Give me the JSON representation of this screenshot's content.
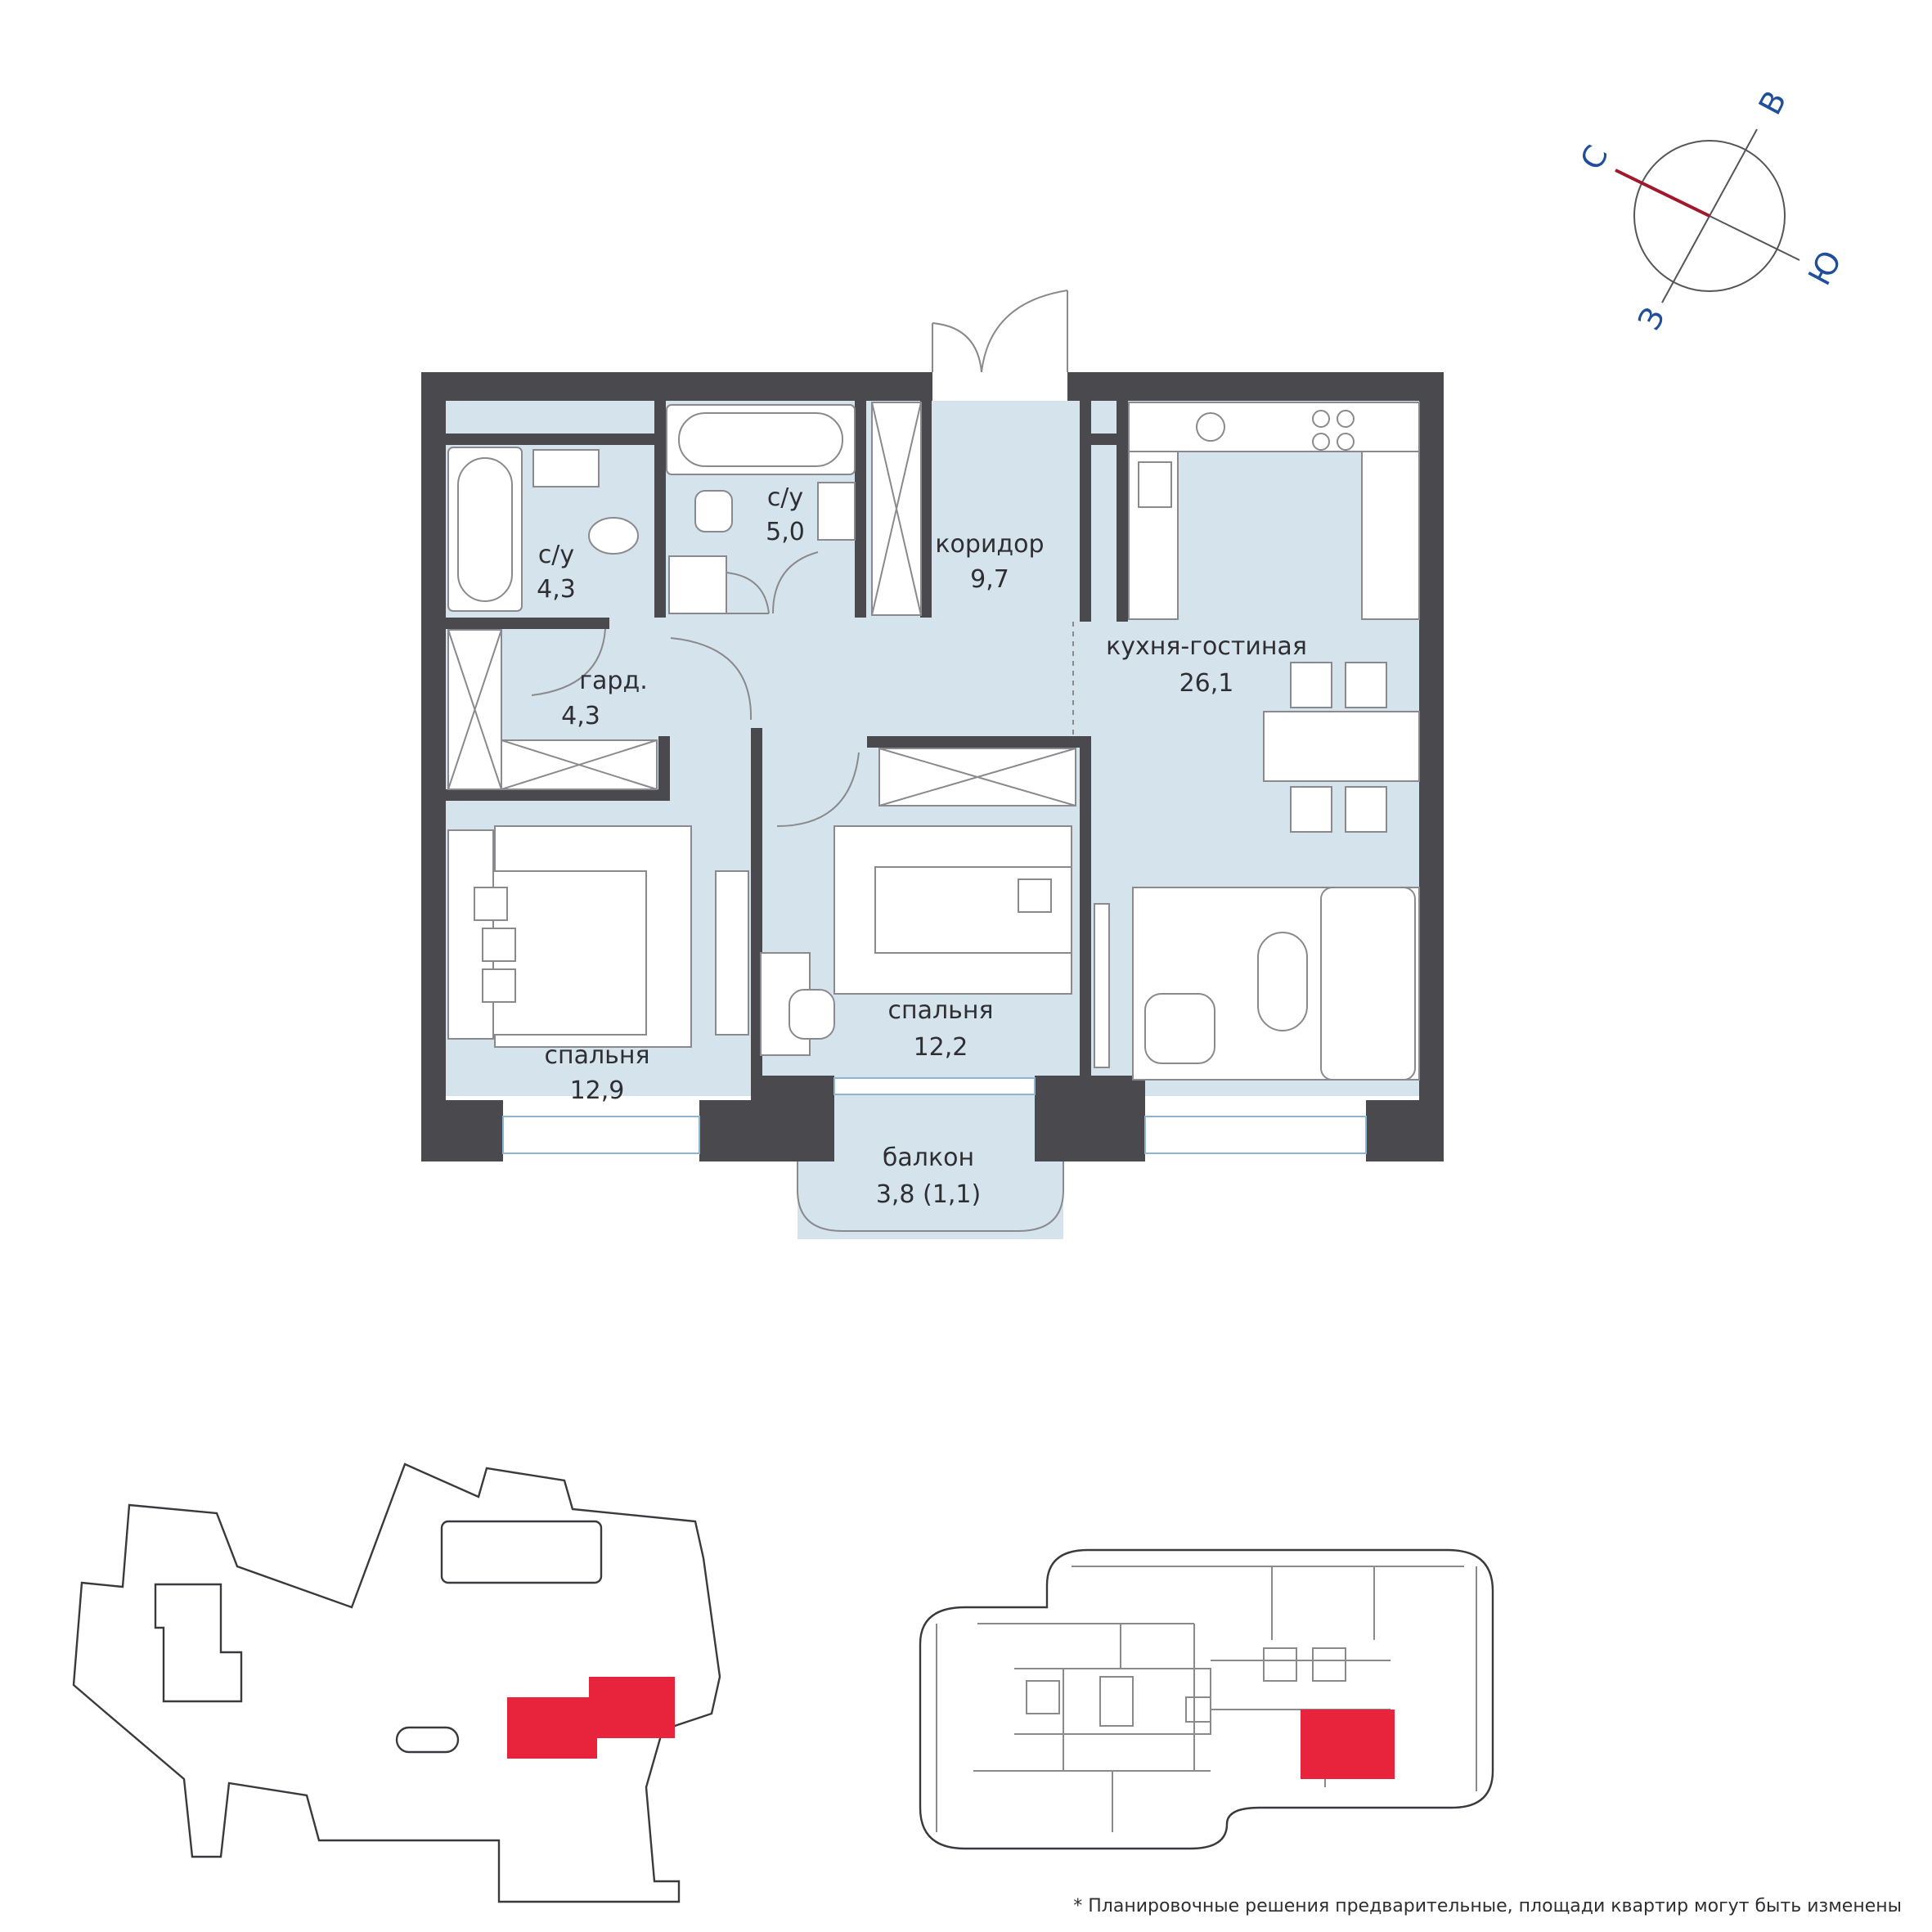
{
  "rooms": [
    {
      "name": "с/у",
      "area": "4,3"
    },
    {
      "name": "с/у",
      "area": "5,0"
    },
    {
      "name": "коридор",
      "area": "9,7"
    },
    {
      "name": "гард.",
      "area": "4,3"
    },
    {
      "name": "кухня-гостиная",
      "area": "26,1"
    },
    {
      "name": "спальня",
      "area": "12,2"
    },
    {
      "name": "спальня",
      "area": "12,9"
    },
    {
      "name": "балкон",
      "area": "3,8 (1,1)"
    }
  ],
  "compass": {
    "north": "С",
    "east": "В",
    "south": "Ю",
    "west": "З",
    "north_color": "#a0182c",
    "letter_color": "#1f4e9a"
  },
  "colors": {
    "wall": "#4a4a4e",
    "room": "#d5e3ec",
    "highlight": "#e8243c"
  },
  "footnote": "* Планировочные решения предварительные, площади квартир могут быть изменены"
}
